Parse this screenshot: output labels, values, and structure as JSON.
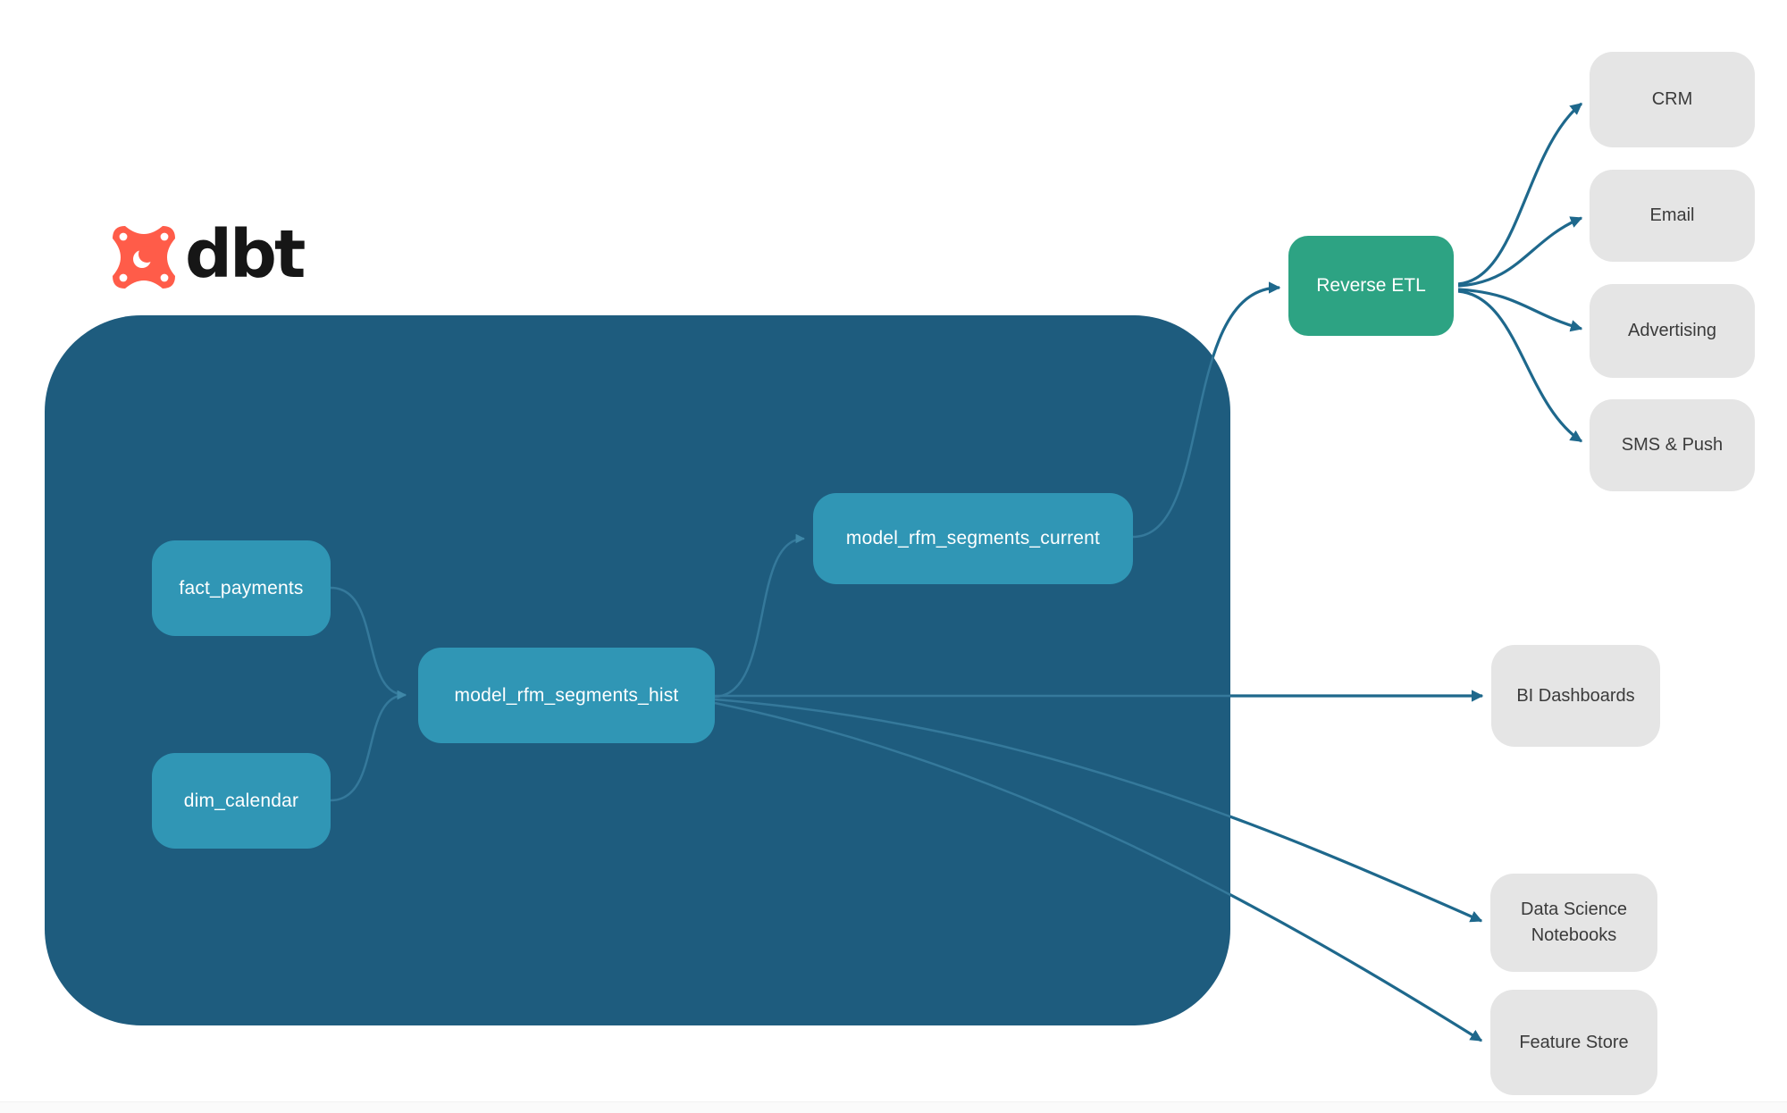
{
  "brand": {
    "name": "dbt",
    "icon": "dbt-pinwheel-icon"
  },
  "colors": {
    "container_bg": "#1e5c7e",
    "model_node_bg": "#3096b5",
    "etl_node_bg": "#2da383",
    "destination_node_bg": "#e5e5e5",
    "edge_outside": "#1e688c",
    "edge_inside": "#35799b",
    "logo_orange": "#ff5c49",
    "node_text_light": "#ffffff",
    "node_text_dark": "#3b3b3b"
  },
  "nodes": {
    "fact_payments": {
      "label": "fact_payments",
      "kind": "model"
    },
    "dim_calendar": {
      "label": "dim_calendar",
      "kind": "model"
    },
    "model_hist": {
      "label": "model_rfm_segments_hist",
      "kind": "model"
    },
    "model_current": {
      "label": "model_rfm_segments_current",
      "kind": "model"
    },
    "reverse_etl": {
      "label": "Reverse ETL",
      "kind": "etl"
    },
    "crm": {
      "label": "CRM",
      "kind": "destination"
    },
    "email": {
      "label": "Email",
      "kind": "destination"
    },
    "advertising": {
      "label": "Advertising",
      "kind": "destination"
    },
    "sms_push": {
      "label": "SMS & Push",
      "kind": "destination"
    },
    "bi_dashboards": {
      "label": "BI Dashboards",
      "kind": "destination"
    },
    "data_science_notebooks": {
      "label": "Data Science Notebooks",
      "kind": "destination"
    },
    "feature_store": {
      "label": "Feature Store",
      "kind": "destination"
    }
  },
  "edges": [
    {
      "from": "fact_payments",
      "to": "model_rfm_segments_hist"
    },
    {
      "from": "dim_calendar",
      "to": "model_rfm_segments_hist"
    },
    {
      "from": "model_rfm_segments_hist",
      "to": "model_rfm_segments_current"
    },
    {
      "from": "model_rfm_segments_current",
      "to": "Reverse ETL"
    },
    {
      "from": "Reverse ETL",
      "to": "CRM"
    },
    {
      "from": "Reverse ETL",
      "to": "Email"
    },
    {
      "from": "Reverse ETL",
      "to": "Advertising"
    },
    {
      "from": "Reverse ETL",
      "to": "SMS & Push"
    },
    {
      "from": "model_rfm_segments_hist",
      "to": "BI Dashboards"
    },
    {
      "from": "model_rfm_segments_hist",
      "to": "Data Science Notebooks"
    },
    {
      "from": "model_rfm_segments_hist",
      "to": "Feature Store"
    }
  ]
}
